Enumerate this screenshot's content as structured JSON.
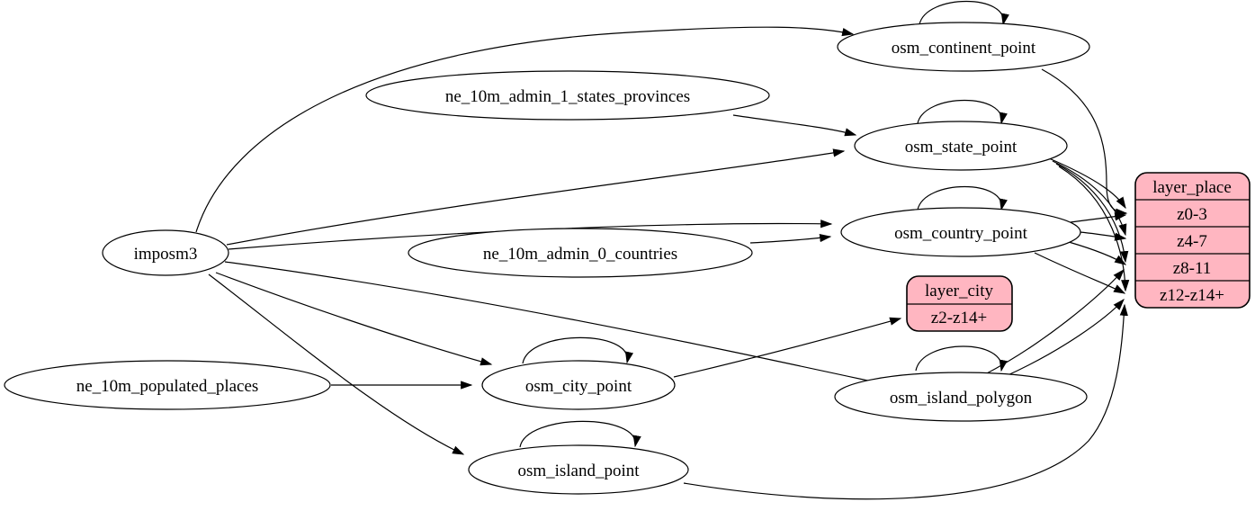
{
  "diagram": {
    "type": "etl-graph",
    "background": "#ffffff",
    "edge_color": "#000000",
    "nodes": {
      "imposm3": "imposm3",
      "ne_10m_admin_1_states_provinces": "ne_10m_admin_1_states_provinces",
      "ne_10m_admin_0_countries": "ne_10m_admin_0_countries",
      "ne_10m_populated_places": "ne_10m_populated_places",
      "osm_continent_point": "osm_continent_point",
      "osm_state_point": "osm_state_point",
      "osm_country_point": "osm_country_point",
      "osm_city_point": "osm_city_point",
      "osm_island_polygon": "osm_island_polygon",
      "osm_island_point": "osm_island_point"
    },
    "records": {
      "layer_city": {
        "title": "layer_city",
        "rows": [
          "z2-z14+"
        ],
        "fill": "#ffb6c1"
      },
      "layer_place": {
        "title": "layer_place",
        "rows": [
          "z0-3",
          "z4-7",
          "z8-11",
          "z12-z14+"
        ],
        "fill": "#ffb6c1"
      }
    }
  }
}
